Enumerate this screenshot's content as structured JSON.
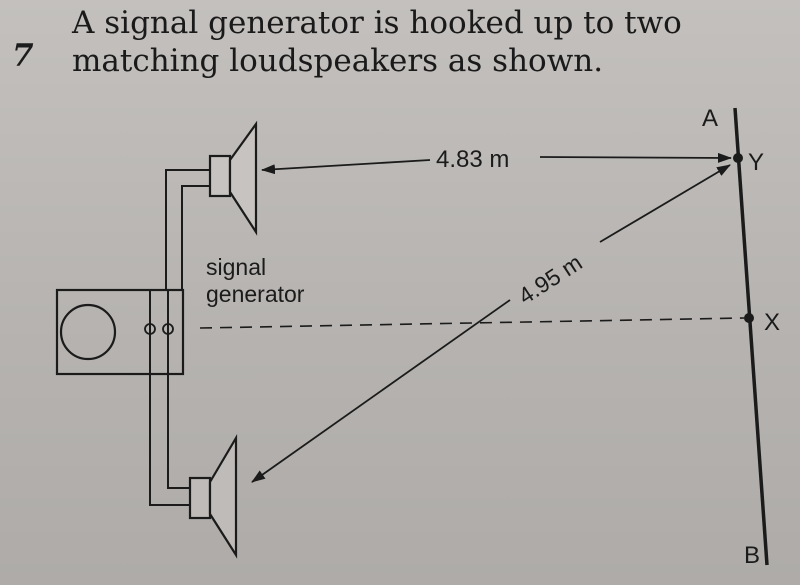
{
  "question": {
    "number": "7",
    "line1": "A signal generator is hooked up to two",
    "line2": "matching loudspeakers as shown."
  },
  "diagram": {
    "generator_label_line1": "signal",
    "generator_label_line2": "generator",
    "distance_upper": "4.83 m",
    "distance_diagonal": "4.95 m",
    "point_a": "A",
    "point_b": "B",
    "point_x": "X",
    "point_y": "Y"
  }
}
